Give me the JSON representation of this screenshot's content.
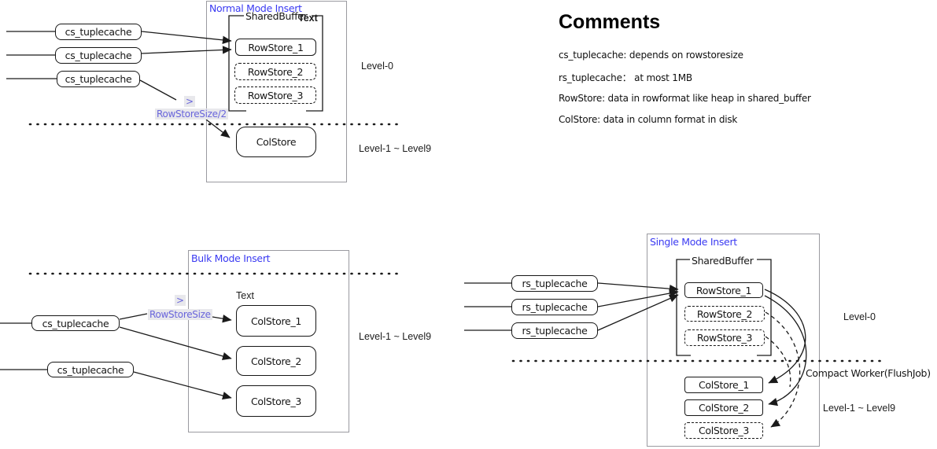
{
  "palette": {
    "title_blue": "#3a3af2",
    "violet": "#6965db",
    "highlight": "#e8e8ec",
    "frame": "#9a9aa0",
    "ink": "#161616"
  },
  "normal": {
    "title": "Normal Mode Insert",
    "shared_buffer": "SharedBuffer",
    "text_label": "Text",
    "caches": [
      "cs_tuplecache",
      "cs_tuplecache",
      "cs_tuplecache"
    ],
    "row_stores": [
      "RowStore_1",
      "RowStore_2",
      "RowStore_3"
    ],
    "col_store": "ColStore",
    "gt": ">",
    "threshold": "RowStoreSize/2",
    "level0": "Level-0",
    "levels": "Level-1 ~ Level9"
  },
  "comments": {
    "title": "Comments",
    "lines": [
      "cs_tuplecache: depends on rowstoresize",
      "rs_tuplecache：  at most 1MB",
      "RowStore: data in rowformat like heap in shared_buffer",
      "ColStore: data in column format in disk"
    ]
  },
  "bulk": {
    "title": "Bulk Mode Insert",
    "text_label": "Text",
    "caches": [
      "cs_tuplecache",
      "cs_tuplecache"
    ],
    "col_stores": [
      "ColStore_1",
      "ColStore_2",
      "ColStore_3"
    ],
    "gt": ">",
    "threshold": "RowStoreSize",
    "levels": "Level-1 ~ Level9"
  },
  "single": {
    "title": "Single Mode Insert",
    "shared_buffer": "SharedBuffer",
    "caches": [
      "rs_tuplecache",
      "rs_tuplecache",
      "rs_tuplecache"
    ],
    "row_stores": [
      "RowStore_1",
      "RowStore_2",
      "RowStore_3"
    ],
    "col_stores": [
      "ColStore_1",
      "ColStore_2",
      "ColStore_3"
    ],
    "compact_worker": "Compact Worker(FlushJob)",
    "level0": "Level-0",
    "levels": "Level-1 ~ Level9"
  }
}
